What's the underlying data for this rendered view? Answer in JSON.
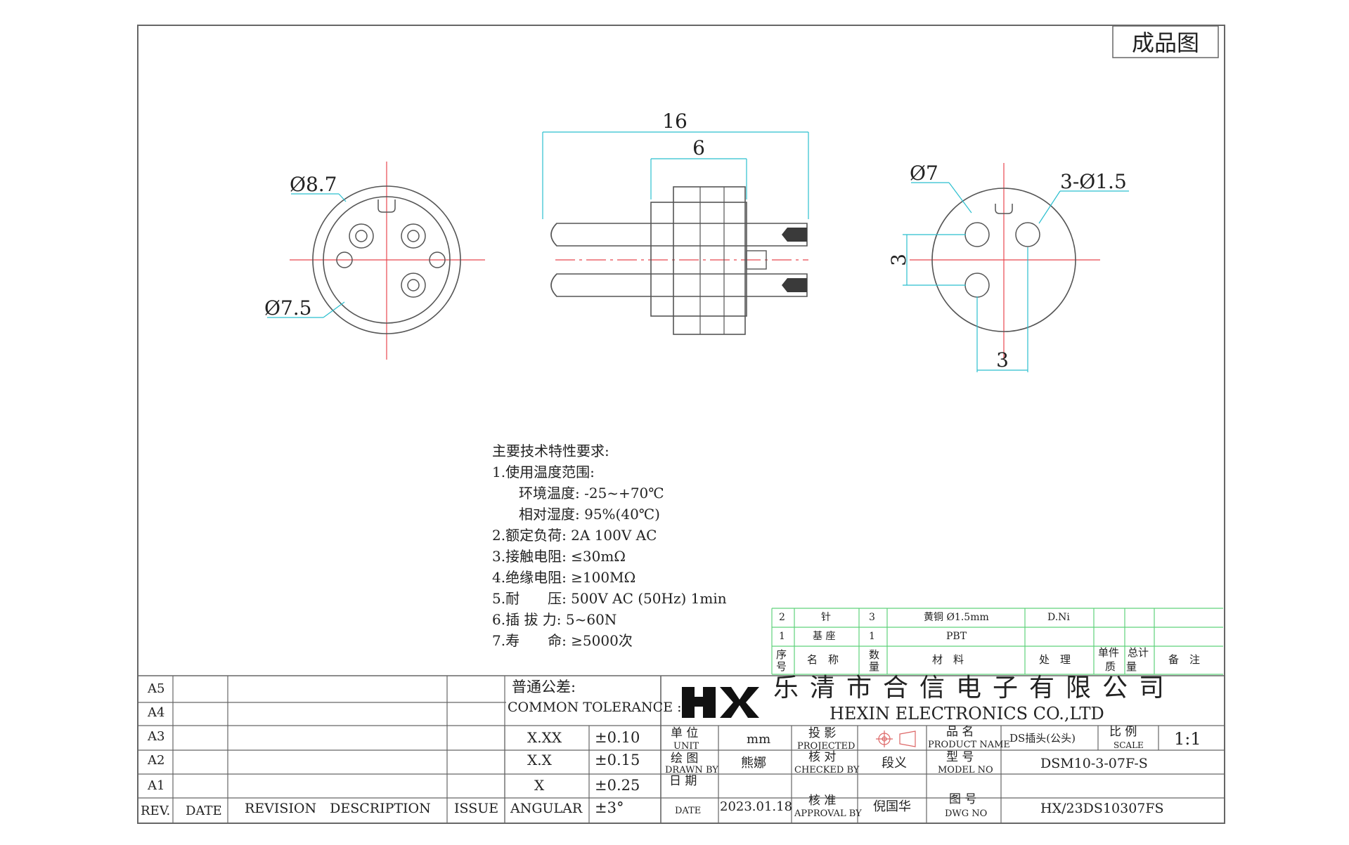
{
  "title_stamp": "成品图",
  "dimensions": {
    "total_length": "16",
    "flange_length": "6",
    "front_outer_dia": "Ø8.7",
    "front_inner_dia": "Ø7.5",
    "rear_dia": "Ø7",
    "pin_holes": "3-Ø1.5",
    "pin_pitch_vertical": "3",
    "pin_pitch_horizontal": "3"
  },
  "requirements": {
    "heading": "主要技术特性要求:",
    "items": [
      "1.使用温度范围:",
      "环境温度: -25~+70℃",
      "相对湿度: 95%(40℃)",
      "2.额定负荷: 2A 100V AC",
      "3.接触电阻: ≤30mΩ",
      "4.绝缘电阻: ≥100MΩ",
      "5.耐　　压: 500V AC (50Hz) 1min",
      "6.插 拔 力: 5~60N",
      "7.寿　　命: ≥5000次"
    ]
  },
  "bom": {
    "rows": [
      {
        "no": "2",
        "name": "针",
        "qty": "3",
        "material": "黄铜 Ø1.5mm",
        "treatment": "D.Ni"
      },
      {
        "no": "1",
        "name": "基 座",
        "qty": "1",
        "material": "PBT",
        "treatment": ""
      }
    ],
    "header": {
      "no": "序号",
      "name": "名　称",
      "qty": "数量",
      "material": "材　料",
      "treatment": "处　理",
      "unit_weight": "单件",
      "total_weight": "总计",
      "weight": "质　量",
      "remark": "备　注"
    }
  },
  "revisions": {
    "rows": [
      "A5",
      "A4",
      "A3",
      "A2",
      "A1"
    ],
    "headers": {
      "rev": "REV.",
      "date": "DATE",
      "desc": "REVISION　DESCRIPTION",
      "issue": "ISSUE"
    }
  },
  "tolerance": {
    "title_cn": "普通公差:",
    "title_en": "COMMON TOLERANCE :",
    "rows": [
      {
        "label": "X.XX",
        "value": "±0.10"
      },
      {
        "label": "X.X",
        "value": "±0.15"
      },
      {
        "label": "X",
        "value": "±0.25"
      },
      {
        "label": "ANGULAR",
        "value": "±3°"
      }
    ]
  },
  "company": {
    "logo": "HX",
    "name_cn": "乐清市合信电子有限公司",
    "name_en": "HEXIN ELECTRONICS CO.,LTD"
  },
  "titleblock": {
    "unit_label_cn": "单 位",
    "unit_label_en": "UNIT",
    "unit_value": "mm",
    "projected_cn": "投 影",
    "projected_en": "PROJECTED",
    "product_name_cn": "品 名",
    "product_name_en": "PRODUCT NAME",
    "product_name_value": "DS插头(公头)",
    "scale_cn": "比 例",
    "scale_en": "SCALE",
    "scale_value": "1:1",
    "drawn_cn": "绘 图",
    "drawn_en": "DRAWN BY",
    "drawn_value": "熊娜",
    "checked_cn": "核 对",
    "checked_en": "CHECKED BY",
    "checked_value": "段义",
    "model_cn": "型 号",
    "model_en": "MODEL NO",
    "model_value": "DSM10-3-07F-S",
    "date_cn": "日 期",
    "date_en": "DATE",
    "date_value": "2023.01.18",
    "approval_cn": "核 准",
    "approval_en": "APPROVAL BY",
    "approval_value": "倪国华",
    "dwg_cn": "图 号",
    "dwg_en": "DWG NO",
    "dwg_value": "HX/23DS10307FS"
  },
  "colors": {
    "line": "#555555",
    "dim": "#2bbfcf",
    "center": "#e8484f",
    "bom": "#5fd27a",
    "ink": "#222222"
  }
}
